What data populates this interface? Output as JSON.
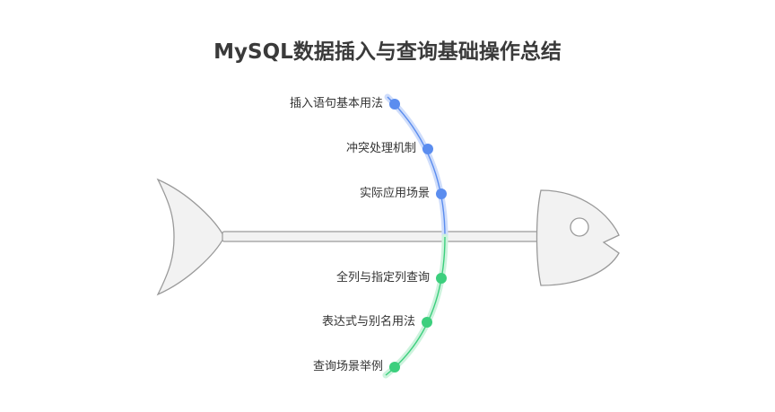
{
  "title": "MySQL数据插入与查询基础操作总结",
  "colors": {
    "upper_dot": "#5b8def",
    "upper_band": "#cfddfb",
    "lower_dot": "#3ccf7d",
    "lower_band": "#cdf3dd",
    "fish_fill": "#f2f2f2",
    "fish_stroke": "#9a9a9a"
  },
  "upper_branch": {
    "items": [
      {
        "label": "插入语句基本用法"
      },
      {
        "label": "冲突处理机制"
      },
      {
        "label": "实际应用场景"
      }
    ]
  },
  "lower_branch": {
    "items": [
      {
        "label": "全列与指定列查询"
      },
      {
        "label": "表达式与别名用法"
      },
      {
        "label": "查询场景举例"
      }
    ]
  }
}
